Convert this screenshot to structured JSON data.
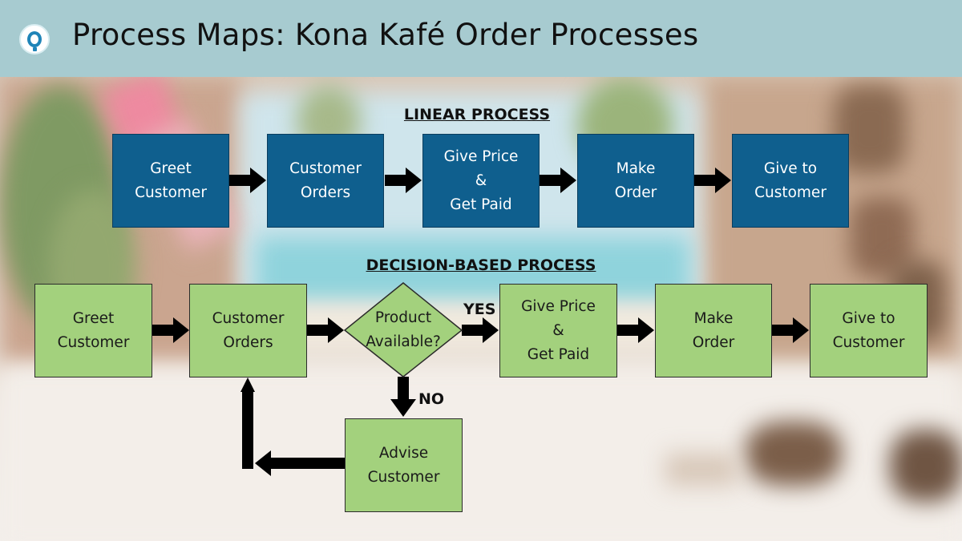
{
  "title": "Process Maps: Kona Kafé Order Processes",
  "linear": {
    "heading": "LINEAR PROCESS",
    "steps": [
      "Greet\nCustomer",
      "Customer\nOrders",
      "Give Price\n&\nGet Paid",
      "Make\nOrder",
      "Give to\nCustomer"
    ]
  },
  "decision": {
    "heading": "DECISION-BASED PROCESS",
    "steps": {
      "greet": "Greet\nCustomer",
      "orders": "Customer\nOrders",
      "question": "Product\nAvailable?",
      "price": "Give Price\n&\nGet Paid",
      "make": "Make\nOrder",
      "give": "Give to\nCustomer",
      "advise": "Advise\nCustomer"
    },
    "yes_label": "YES",
    "no_label": "NO"
  },
  "colors": {
    "header_bg": "#a7cbd0",
    "linear_box": "#0f5f8e",
    "decision_box": "#a3d17d",
    "arrow": "#000000"
  }
}
